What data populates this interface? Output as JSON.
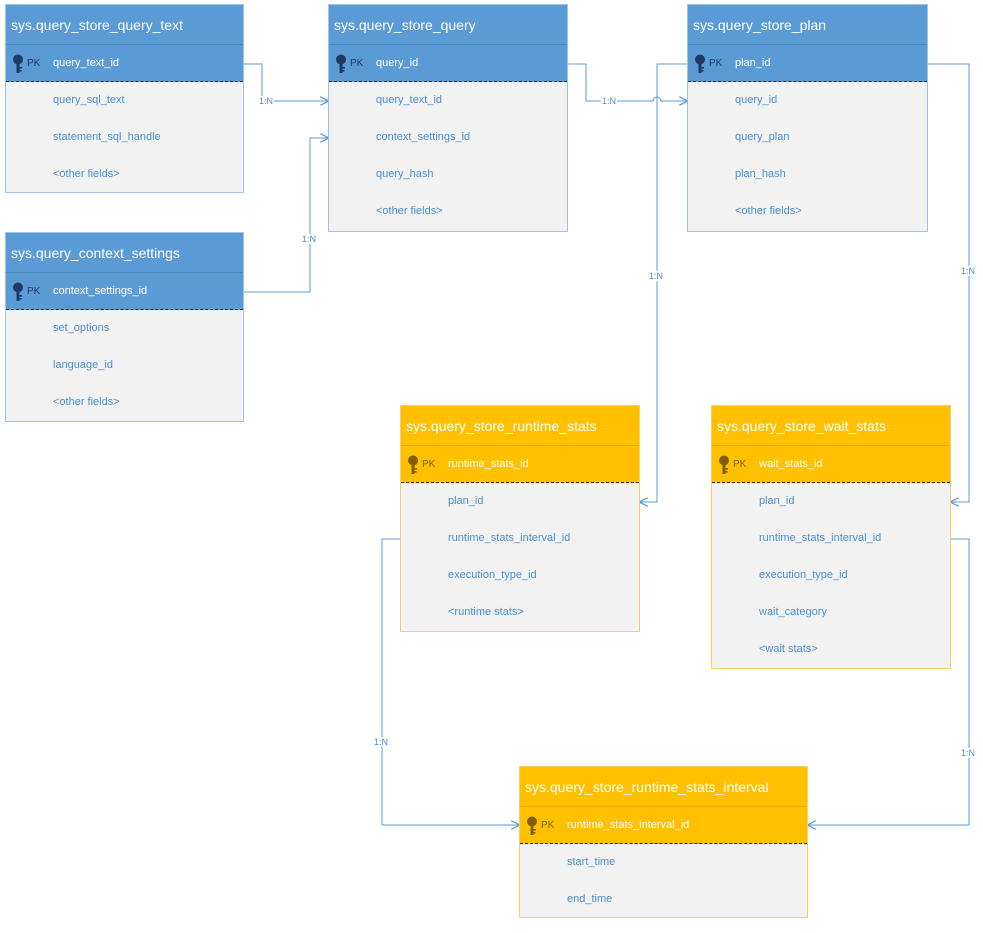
{
  "colors": {
    "blue_header": "#5b9bd5",
    "orange_header": "#ffc000",
    "field_text": "#4a8fd0",
    "connector": "#5b9bd5",
    "body": "#f2f2f2"
  },
  "icons": {
    "primary_key": "key-icon"
  },
  "entities": {
    "query_text": {
      "title": "sys.query_store_query_text",
      "pk_tag": "PK",
      "pk": "query_text_id",
      "fields": [
        "query_sql_text",
        "statement_sql_handle",
        "<other fields>"
      ]
    },
    "query": {
      "title": "sys.query_store_query",
      "pk_tag": "PK",
      "pk": "query_id",
      "fields": [
        "query_text_id",
        "context_settings_id",
        "query_hash",
        "<other fields>"
      ]
    },
    "plan": {
      "title": "sys.query_store_plan",
      "pk_tag": "PK",
      "pk": "plan_id",
      "fields": [
        "query_id",
        "query_plan",
        "plan_hash",
        "<other fields>"
      ]
    },
    "context_settings": {
      "title": "sys.query_context_settings",
      "pk_tag": "PK",
      "pk": "context_settings_id",
      "fields": [
        "set_options",
        "language_id",
        "<other fields>"
      ]
    },
    "runtime_stats": {
      "title": "sys.query_store_runtime_stats",
      "pk_tag": "PK",
      "pk": "runtime_stats_id",
      "fields": [
        "plan_id",
        "runtime_stats_interval_id",
        "execution_type_id",
        "<runtime stats>"
      ]
    },
    "wait_stats": {
      "title": "sys.query_store_wait_stats",
      "pk_tag": "PK",
      "pk": "wait_stats_id",
      "fields": [
        "plan_id",
        "runtime_stats_interval_id",
        "execution_type_id",
        "wait_category",
        "<wait stats>"
      ]
    },
    "runtime_stats_interval": {
      "title": "sys.query_store_runtime_stats_interval",
      "pk_tag": "PK",
      "pk": "runtime_stats_interval_id",
      "fields": [
        "start_time",
        "end_time"
      ]
    }
  },
  "relationships": [
    {
      "from": "query_text.pk",
      "to": "query.query_text_id",
      "label": "1:N"
    },
    {
      "from": "context_settings.pk",
      "to": "query.context_settings_id",
      "label": "1:N"
    },
    {
      "from": "query.pk",
      "to": "plan.query_id",
      "label": "1:N"
    },
    {
      "from": "plan.pk",
      "to": "runtime_stats.plan_id",
      "label": "1:N"
    },
    {
      "from": "plan.pk",
      "to": "wait_stats.plan_id",
      "label": "1:N"
    },
    {
      "from": "runtime_stats.runtime_stats_interval_id",
      "to": "runtime_stats_interval.pk",
      "label": "1:N"
    },
    {
      "from": "wait_stats.runtime_stats_interval_id",
      "to": "runtime_stats_interval.pk",
      "label": "1:N"
    }
  ]
}
